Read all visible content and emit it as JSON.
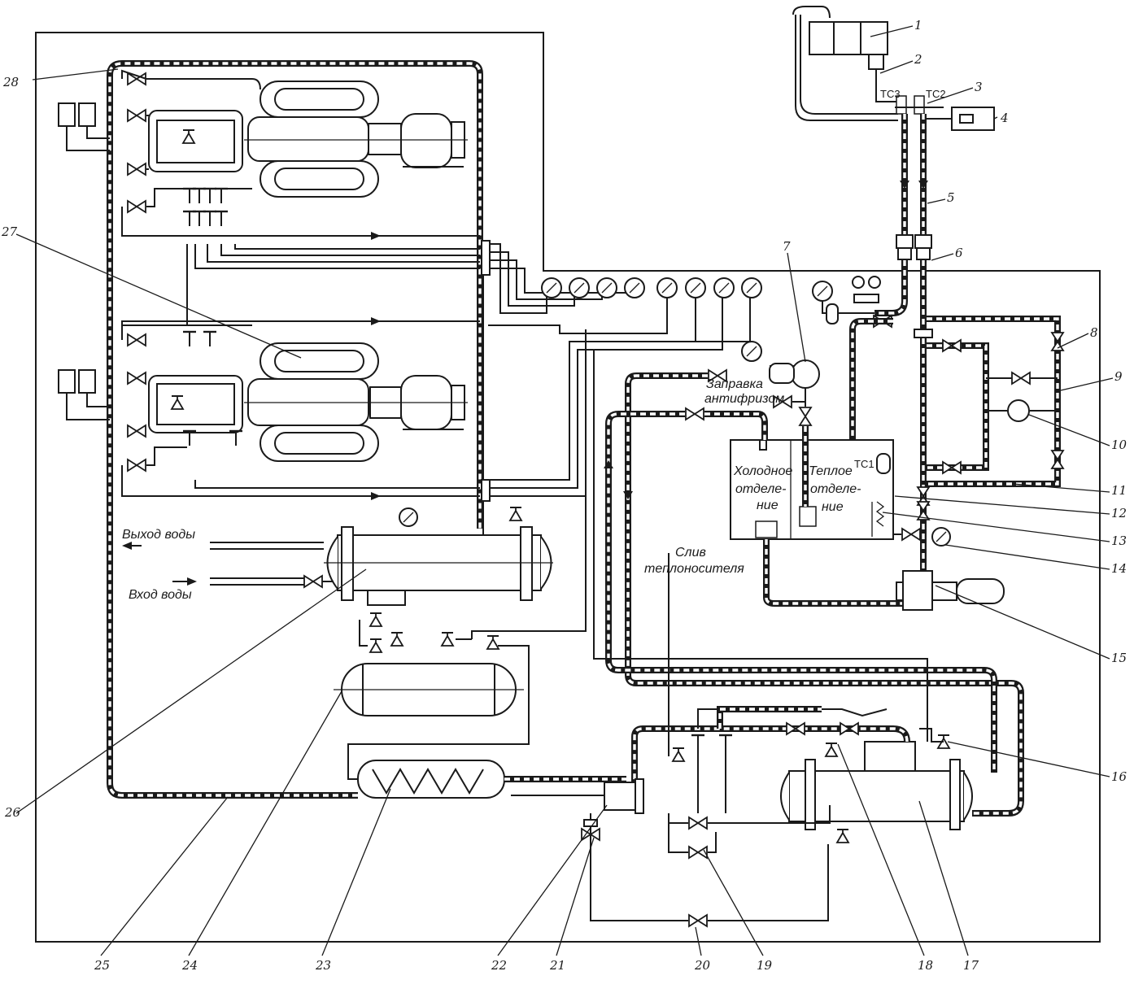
{
  "labels": {
    "water_out": "Выход воды",
    "water_in": "Вход воды",
    "antifreeze_fill": [
      "Заправка",
      "антифризом"
    ],
    "cold_compartment": [
      "Холодное",
      "отделе-",
      "ние"
    ],
    "warm_compartment": [
      "Теплое",
      "отделе-",
      "ние"
    ],
    "coolant_drain": [
      "Слив",
      "теплоносителя"
    ],
    "tc1": "ТС1",
    "tc2": "ТС2",
    "tc3": "ТС3"
  },
  "callouts": [
    "1",
    "2",
    "3",
    "4",
    "5",
    "6",
    "7",
    "8",
    "9",
    "10",
    "11",
    "12",
    "13",
    "14",
    "15",
    "16",
    "17",
    "18",
    "19",
    "20",
    "21",
    "22",
    "23",
    "24",
    "25",
    "26",
    "27",
    "28"
  ]
}
